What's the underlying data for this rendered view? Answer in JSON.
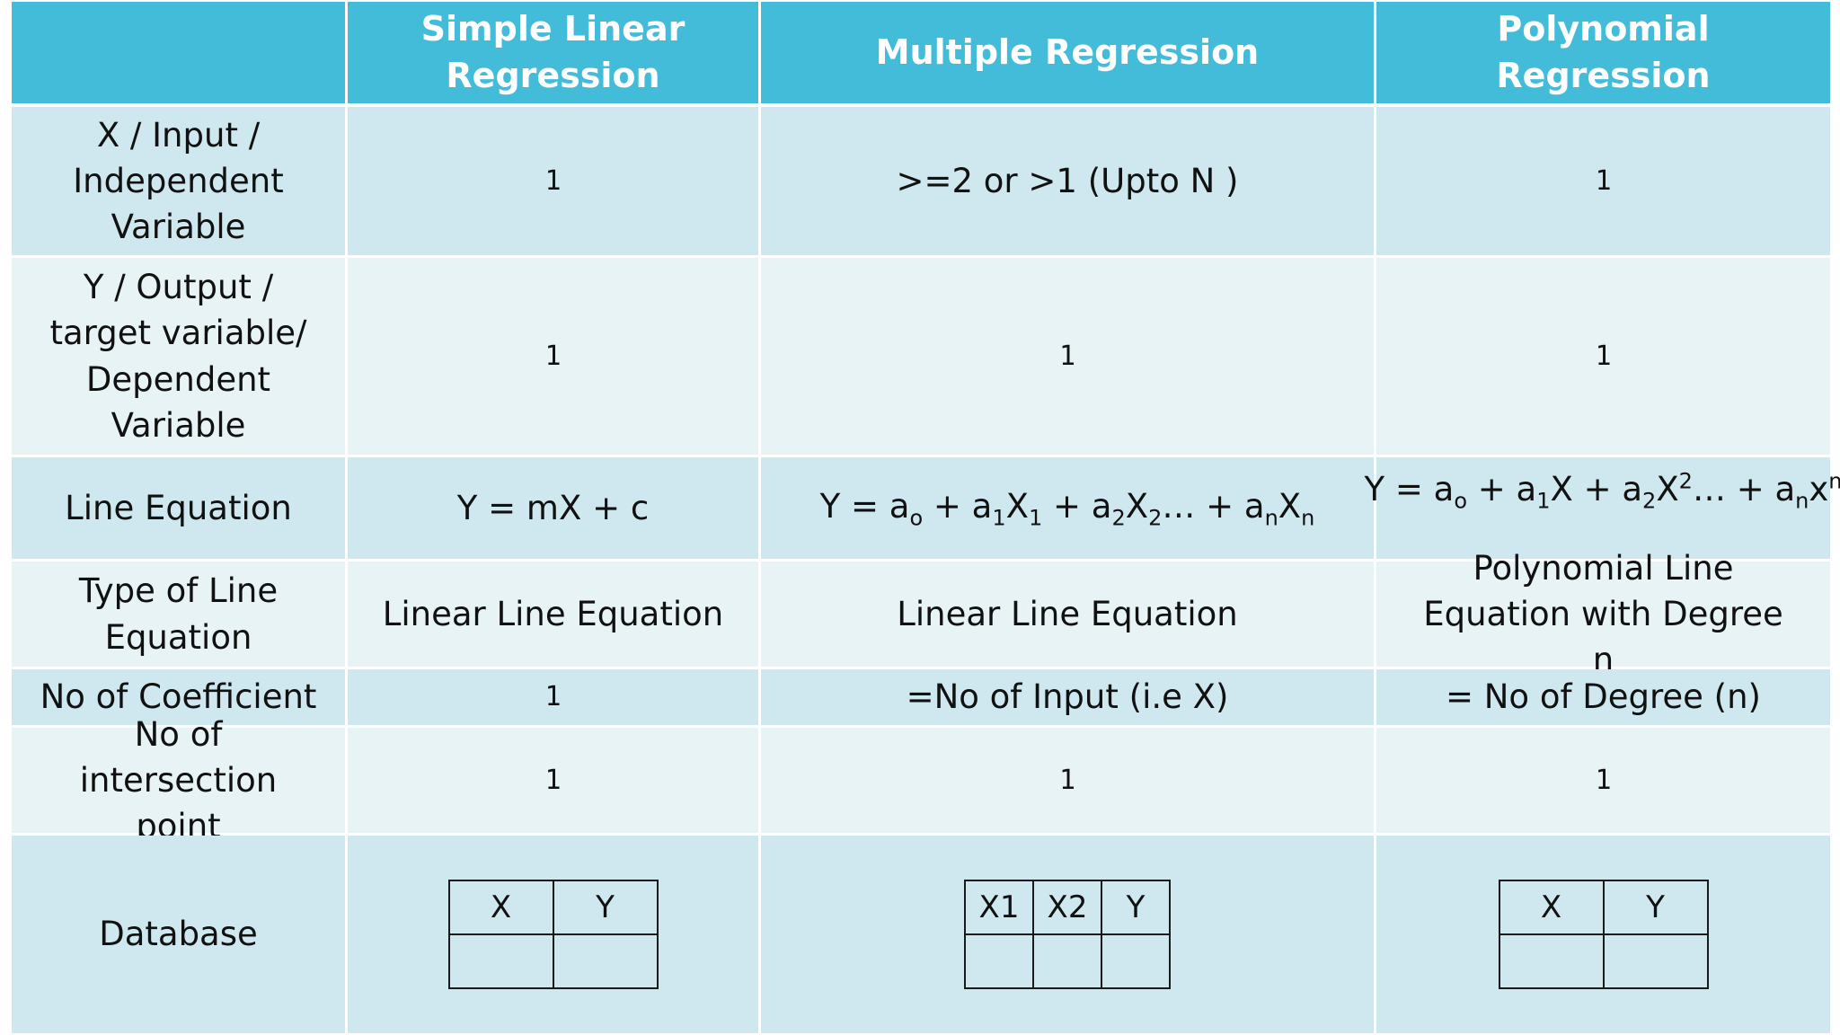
{
  "header": {
    "corner": "",
    "col1": "Simple Linear Regression",
    "col2": "Multiple Regression",
    "col3": "Polynomial Regression"
  },
  "rows": {
    "x_input": {
      "label": "X / Input / Independent Variable",
      "simple": "1",
      "multiple": ">=2 or >1 (Upto N )",
      "polynomial": "1"
    },
    "y_output": {
      "label": "Y / Output / target variable/ Dependent Variable",
      "simple": "1",
      "multiple": "1",
      "polynomial": "1"
    },
    "line_equation": {
      "label": "Line Equation",
      "simple": "Y = mX + c",
      "multiple": {
        "p1": "Y = a",
        "s1": "o",
        "p2": " + a",
        "s2": "1",
        "p3": "X",
        "s3": "1",
        "p4": " + a",
        "s4": "2",
        "p5": "X",
        "s5": "2",
        "p6": "… + a",
        "s6": "n",
        "p7": "X",
        "s7": "n"
      },
      "polynomial": {
        "p1": "Y = a",
        "s1": "o",
        "p2": " + a",
        "s2": "1",
        "p3": "X + a",
        "s3": "2",
        "p4": "X",
        "e1": "2",
        "p5": "… + a",
        "s4": "n",
        "p6": "x",
        "e2": "n"
      }
    },
    "type_of_line": {
      "label": "Type of Line Equation",
      "simple": "Linear Line Equation",
      "multiple": "Linear Line Equation",
      "polynomial": "Polynomial Line Equation with Degree n"
    },
    "coefficients": {
      "label": "No of Coefficient",
      "simple": "1",
      "multiple": "=No of Input (i.e X)",
      "polynomial": "= No of Degree (n)"
    },
    "intersection": {
      "label": "No of intersection point",
      "simple": "1",
      "multiple": "1",
      "polynomial": "1"
    },
    "database": {
      "label": "Database",
      "simple": [
        "X",
        "Y"
      ],
      "multiple": [
        "X1",
        "X2",
        "Y"
      ],
      "polynomial": [
        "X",
        "Y"
      ]
    }
  }
}
